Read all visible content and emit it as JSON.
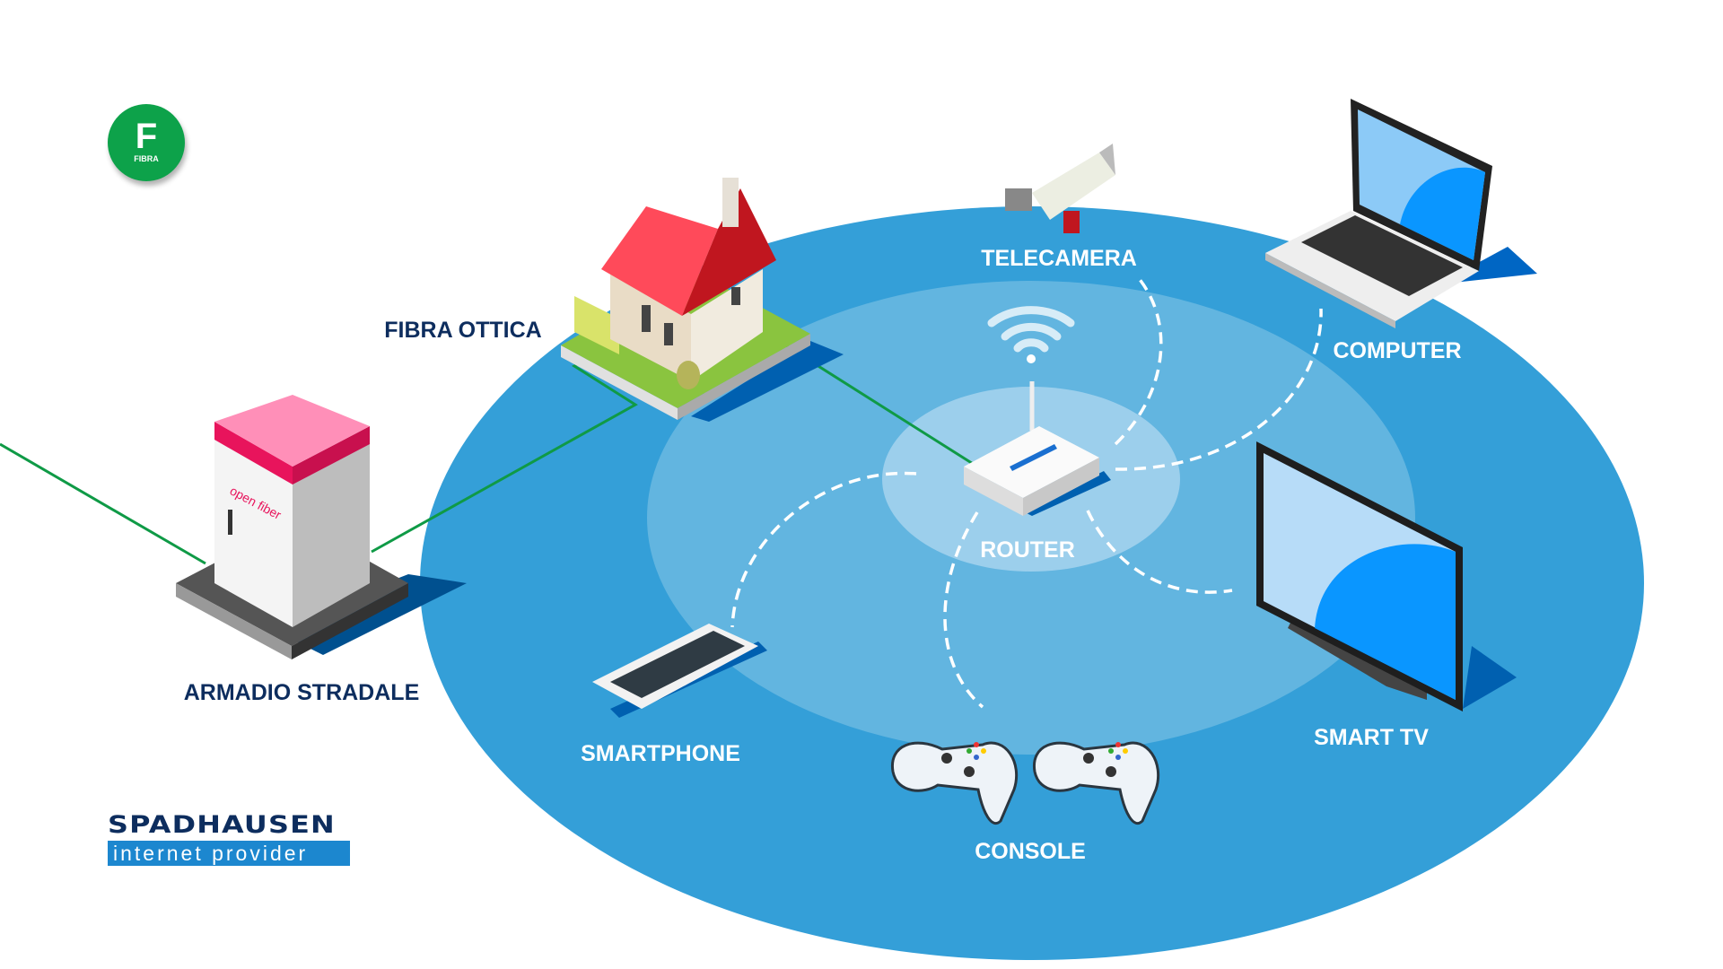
{
  "badge": {
    "letter": "F",
    "caption": "FIBRA",
    "color": "#0da24a"
  },
  "labels": {
    "fibra_ottica": "FIBRA OTTICA",
    "armadio_stradale": "ARMADIO STRADALE",
    "telecamera": "TELECAMERA",
    "computer": "COMPUTER",
    "router": "ROUTER",
    "smartphone": "SMARTPHONE",
    "smart_tv": "SMART TV",
    "console": "CONSOLE"
  },
  "cabinet_brand": "open fiber",
  "logo": {
    "name": "SPADHAUSEN",
    "tagline": "internet provider"
  },
  "colors": {
    "outer_zone": "#349fd8",
    "middle_zone": "#62b5e0",
    "inner_zone": "#9ccfec",
    "fiber": "#0f9a46",
    "label_dark": "#0d2d5e"
  }
}
